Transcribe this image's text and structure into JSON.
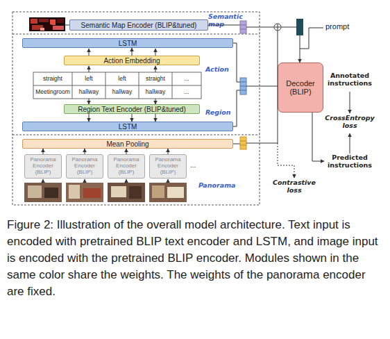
{
  "diagram": {
    "caption": "Figure 2: Illustration of the overall model architecture. Text input is encoded with pretrained BLIP text encoder and LSTM, and image input is encoded with the pretrained BLIP encoder. Modules shown in the same color share the weights. The weights of the panorama encoder are fixed.",
    "nodes": [
      {
        "text": [
          "Semantic Map Encoder (BLIP&tuned)"
        ]
      },
      {
        "text": [
          "LSTM"
        ]
      },
      {
        "text": [
          "Action Embedding"
        ]
      },
      {
        "text": [
          "Region Text Encoder (BLIP&tuned)"
        ]
      },
      {
        "text": [
          "LSTM"
        ]
      },
      {
        "text": [
          "Mean Pooling"
        ]
      },
      {
        "text": [
          "Panorama Encoder (BLIP)"
        ]
      },
      {
        "text": [
          "Panorama Encoder (BLIP)"
        ]
      },
      {
        "text": [
          "Panorama Encoder (BLIP)"
        ]
      },
      {
        "text": [
          "Panorama Encoder (BLIP)"
        ]
      },
      {
        "text": [
          "Decoder (BLIP)"
        ]
      }
    ],
    "edges": [
      {
        "from": 2,
        "to": 1,
        "arrow": "to"
      },
      {
        "from": 3,
        "to": 4,
        "arrow": "to"
      },
      {
        "from": 6,
        "to": 5,
        "arrow": "to"
      },
      {
        "from": 7,
        "to": 5,
        "arrow": "to"
      },
      {
        "from": 8,
        "to": 5,
        "arrow": "to"
      },
      {
        "from": 9,
        "to": 5,
        "arrow": "to"
      }
    ],
    "labels": [
      "Semantic map",
      "Action",
      "straight",
      "left",
      "left",
      "straight",
      "...",
      "Meetingroom",
      "hallway",
      "hallway",
      "hallway",
      "...",
      "Region",
      "...",
      "Panorama",
      "prompt",
      "Annotated instructions",
      "CrossEntropy loss",
      "Predicted instructions",
      "Contrastive loss"
    ]
  }
}
